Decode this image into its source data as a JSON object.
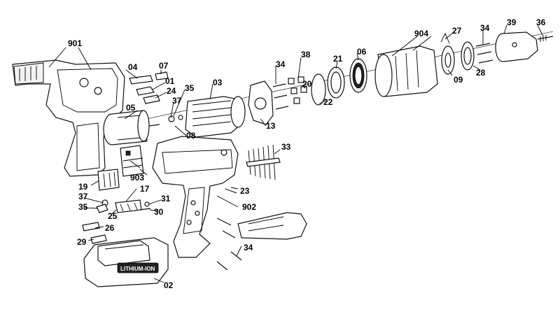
{
  "diagram": {
    "labels": [
      "901",
      "04",
      "07",
      "01",
      "24",
      "35",
      "37",
      "03",
      "05",
      "08",
      "34",
      "38",
      "20",
      "21",
      "22",
      "06",
      "13",
      "904",
      "27",
      "09",
      "34",
      "28",
      "39",
      "36",
      "33",
      "903",
      "19",
      "17",
      "23",
      "37",
      "35",
      "31",
      "30",
      "25",
      "26",
      "902",
      "29",
      "34",
      "02"
    ],
    "battery_text": "LITHIUM-ION"
  }
}
